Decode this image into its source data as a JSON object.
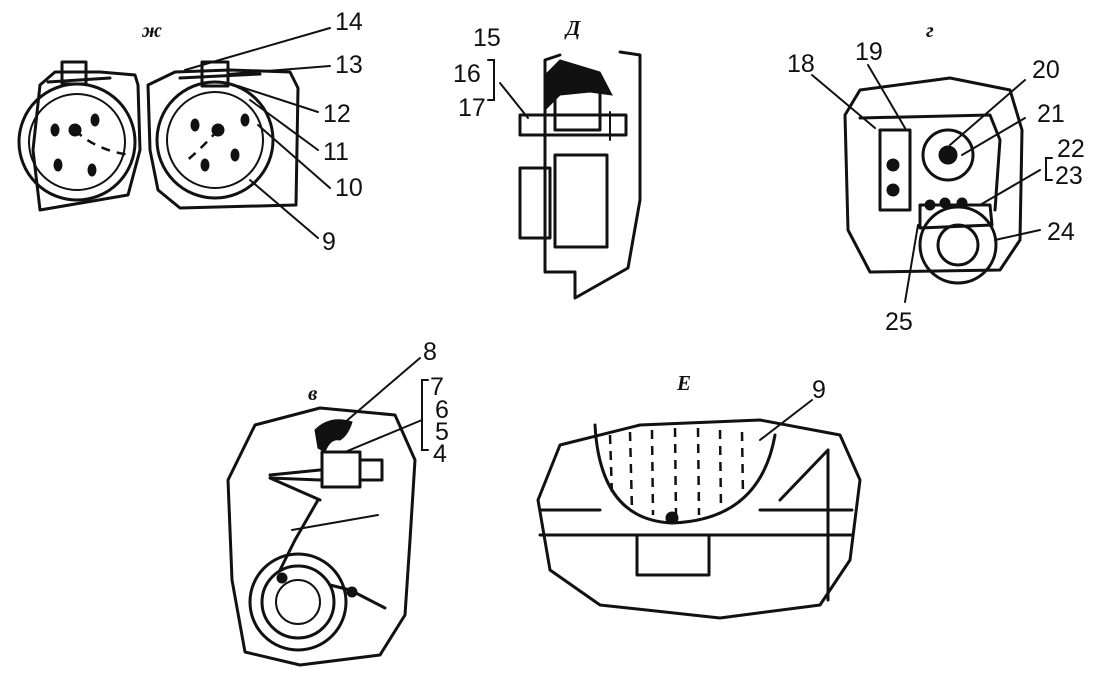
{
  "views": {
    "zh": {
      "title": "ж",
      "labels": [
        "14",
        "13",
        "12",
        "11",
        "10",
        "9"
      ]
    },
    "d": {
      "title": "Д",
      "labels": [
        "15",
        "16",
        "17"
      ]
    },
    "g": {
      "title": "г",
      "labels": [
        "18",
        "19",
        "20",
        "21",
        "22",
        "23",
        "24",
        "25"
      ]
    },
    "v": {
      "title": "в",
      "labels": [
        "8",
        "7",
        "6",
        "5",
        "4"
      ]
    },
    "e": {
      "title": "Е",
      "labels": [
        "9"
      ]
    }
  },
  "colors": {
    "ink": "#111111",
    "paper": "#ffffff"
  }
}
